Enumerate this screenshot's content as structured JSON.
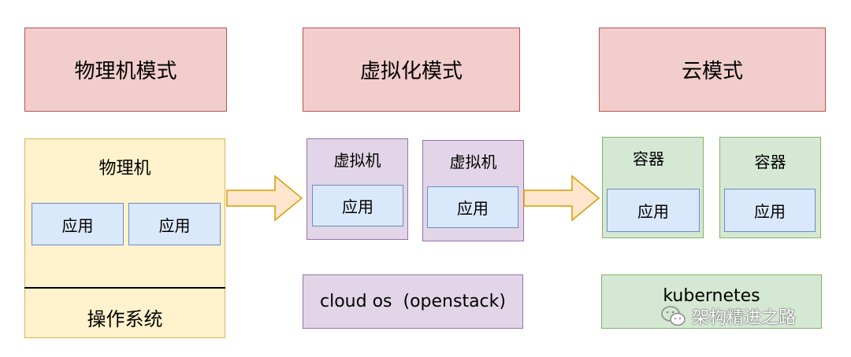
{
  "headers": {
    "physical_mode": "物理机模式",
    "virtual_mode": "虚拟化模式",
    "cloud_mode": "云模式"
  },
  "physical": {
    "title": "物理机",
    "apps": [
      "应用",
      "应用"
    ],
    "os": "操作系统"
  },
  "virtual": {
    "vms": [
      {
        "title": "虚拟机",
        "app": "应用"
      },
      {
        "title": "虚拟机",
        "app": "应用"
      }
    ],
    "platform": "cloud os  (openstack)"
  },
  "cloud": {
    "containers": [
      {
        "title": "容器",
        "app": "应用"
      },
      {
        "title": "容器",
        "app": "应用"
      }
    ],
    "platform": "kubernetes"
  },
  "watermark": "架构精进之路",
  "colors": {
    "header_fill": "#f2cdcd",
    "header_stroke": "#b85450",
    "physical_fill": "#fff2cc",
    "physical_stroke": "#d6b656",
    "vm_fill": "#e1d5e7",
    "vm_stroke": "#9673a6",
    "container_fill": "#d5e8d4",
    "container_stroke": "#82b366",
    "app_fill": "#dae8fc",
    "app_stroke": "#6c8ebf"
  }
}
